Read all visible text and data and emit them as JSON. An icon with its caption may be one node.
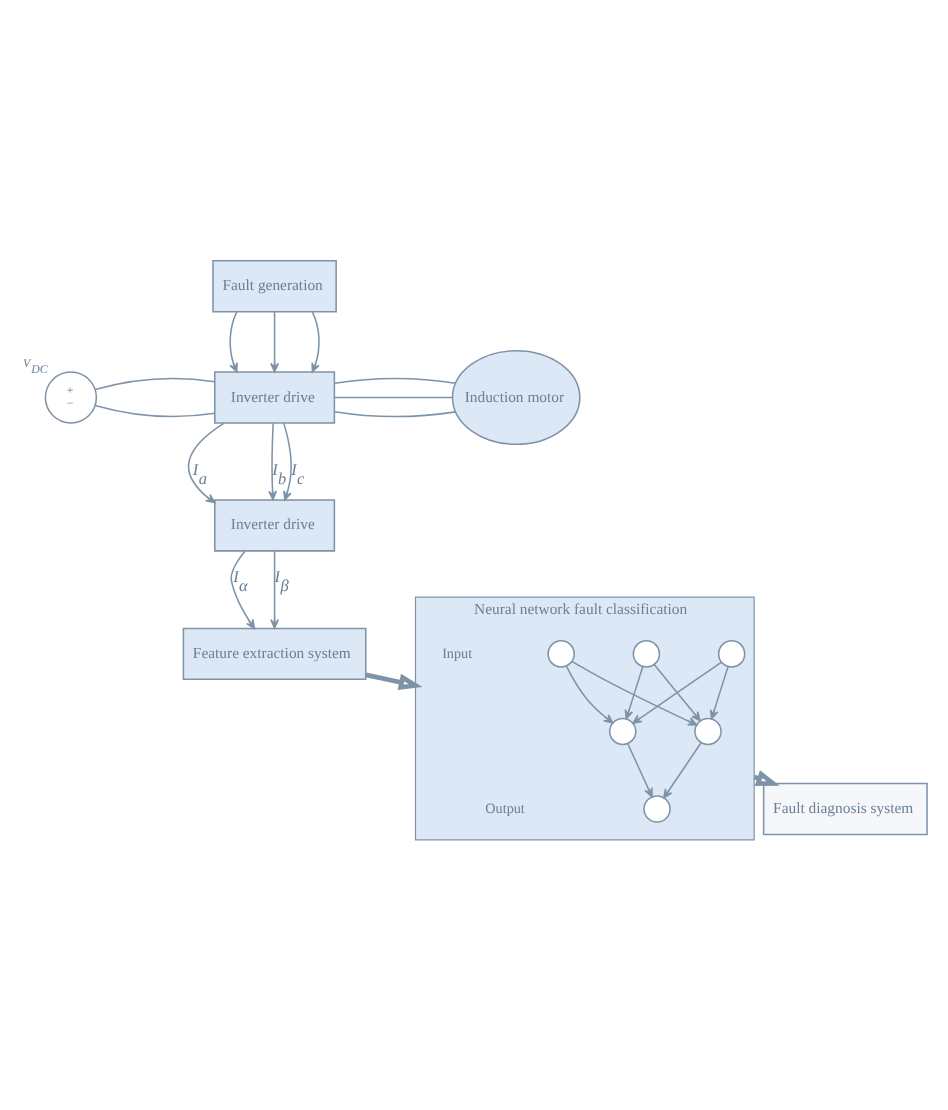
{
  "diagram": {
    "nodes": [
      {
        "text": [
          "Fault generation"
        ]
      },
      {
        "text": [
          "Inverter drive"
        ]
      },
      {
        "text": [
          "+",
          "−"
        ],
        "beside": [
          "V$_{DC}$"
        ]
      },
      {
        "text": [
          "Induction motor"
        ]
      },
      {
        "text": [
          "Inverter drive"
        ]
      },
      {
        "text": [
          "Feature extraction system"
        ]
      },
      {
        "text": [
          "Neural network fault classification"
        ]
      },
      {
        "text": [],
        "shape": "circle",
        "in": 6
      },
      {
        "text": [],
        "shape": "circle",
        "in": 6
      },
      {
        "text": [],
        "shape": "circle",
        "in": 6
      },
      {
        "text": [],
        "shape": "circle",
        "in": 6
      },
      {
        "text": [],
        "shape": "circle",
        "in": 6
      },
      {
        "text": [],
        "shape": "circle",
        "in": 6
      },
      {
        "text": [
          "Fault diagnosis system"
        ]
      }
    ],
    "edges": [
      {
        "from": 0,
        "to": 1,
        "arrow": "to"
      },
      {
        "from": 0,
        "to": 1,
        "arrow": "to"
      },
      {
        "from": 0,
        "to": 1,
        "arrow": "to"
      },
      {
        "from": 2,
        "to": 1,
        "arrow": "none"
      },
      {
        "from": 2,
        "to": 1,
        "arrow": "none"
      },
      {
        "from": 1,
        "to": 3,
        "arrow": "none"
      },
      {
        "from": 1,
        "to": 3,
        "arrow": "none"
      },
      {
        "from": 1,
        "to": 3,
        "arrow": "none"
      },
      {
        "from": 1,
        "to": 4,
        "arrow": "to",
        "label": "I$_{a}$"
      },
      {
        "from": 1,
        "to": 4,
        "arrow": "to",
        "label": "I$_{b}$"
      },
      {
        "from": 1,
        "to": 4,
        "arrow": "to",
        "label": "I$_{c}$"
      },
      {
        "from": 4,
        "to": 5,
        "arrow": "to",
        "label": "I$_{α}$"
      },
      {
        "from": 4,
        "to": 5,
        "arrow": "to",
        "label": "I$_{β}$"
      },
      {
        "from": 5,
        "to": 6,
        "arrow": "to",
        "style": "thick"
      },
      {
        "from": 7,
        "to": 10,
        "arrow": "to"
      },
      {
        "from": 7,
        "to": 11,
        "arrow": "to"
      },
      {
        "from": 8,
        "to": 10,
        "arrow": "to"
      },
      {
        "from": 8,
        "to": 11,
        "arrow": "to"
      },
      {
        "from": 9,
        "to": 10,
        "arrow": "to"
      },
      {
        "from": 9,
        "to": 11,
        "arrow": "to"
      },
      {
        "from": 10,
        "to": 12,
        "arrow": "to"
      },
      {
        "from": 11,
        "to": 12,
        "arrow": "to"
      },
      {
        "from": 6,
        "to": 13,
        "arrow": "to",
        "style": "thick"
      }
    ],
    "labels": [
      "Input",
      "Output"
    ]
  }
}
